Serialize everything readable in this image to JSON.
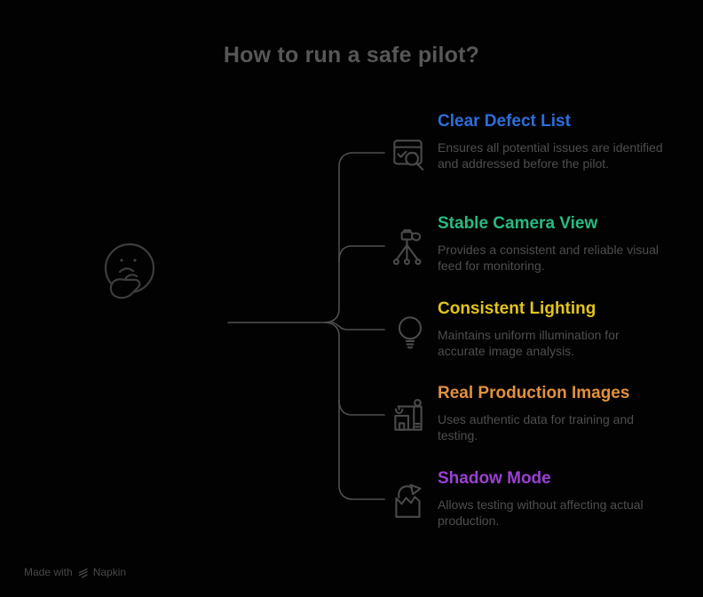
{
  "title": "How to run a safe pilot?",
  "center": {
    "icon": "thinking-face-icon"
  },
  "items": [
    {
      "label": "Clear Defect List",
      "description": "Ensures all potential issues are identified and addressed before the pilot.",
      "color": "#2e6edb",
      "icon": "defect-list-search-icon"
    },
    {
      "label": "Stable Camera View",
      "description": "Provides a consistent and reliable visual feed for monitoring.",
      "color": "#29ba81",
      "icon": "camera-tripod-icon"
    },
    {
      "label": "Consistent Lighting",
      "description": "Maintains uniform illumination for accurate image analysis.",
      "color": "#e2c41c",
      "icon": "lightbulb-icon"
    },
    {
      "label": "Real Production Images",
      "description": "Uses authentic data for training and testing.",
      "color": "#e2913f",
      "icon": "factory-crane-icon"
    },
    {
      "label": "Shadow Mode",
      "description": "Allows testing without affecting actual production.",
      "color": "#9a40d3",
      "icon": "factory-arrow-icon"
    }
  ],
  "footer": {
    "made_with": "Made with",
    "brand": "Napkin",
    "logo": "napkin-logo-icon"
  },
  "style": {
    "background": "#020202",
    "title_color": "#575757",
    "description_color": "#4e4e4e",
    "line_color": "#4f4f4f",
    "icon_color": "#4a4a4a"
  }
}
